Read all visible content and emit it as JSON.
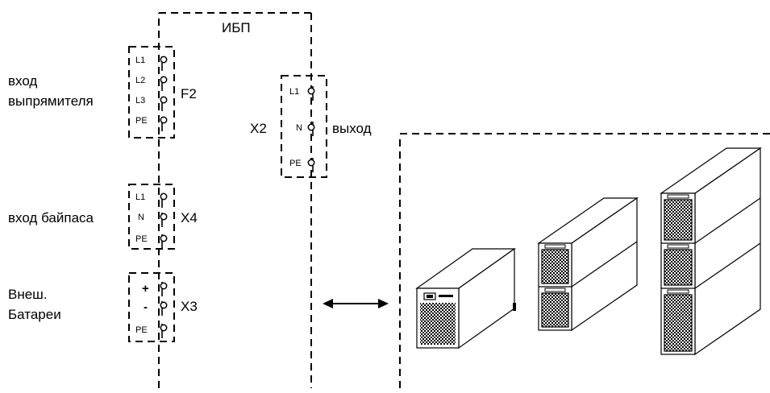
{
  "diagram": {
    "ups_label": "ИБП",
    "rectifier": {
      "caption_line1": "вход",
      "caption_line2": "выпрямителя",
      "connector": "F2",
      "terminals": [
        "L1",
        "L2",
        "L3",
        "PE"
      ]
    },
    "output": {
      "connector": "X2",
      "caption": "выход",
      "terminals": [
        "L1",
        "N",
        "PE"
      ]
    },
    "bypass": {
      "caption": "вход байпаса",
      "connector": "X4",
      "terminals": [
        "L1",
        "N",
        "PE"
      ]
    },
    "battery": {
      "caption_line1": "Внеш.",
      "caption_line2": "Батареи",
      "connector": "X3",
      "terminals": [
        "+",
        "-",
        "PE"
      ]
    },
    "cabinets": [
      "ups-unit",
      "ups-with-battery-module",
      "ups-with-two-battery-modules"
    ]
  }
}
